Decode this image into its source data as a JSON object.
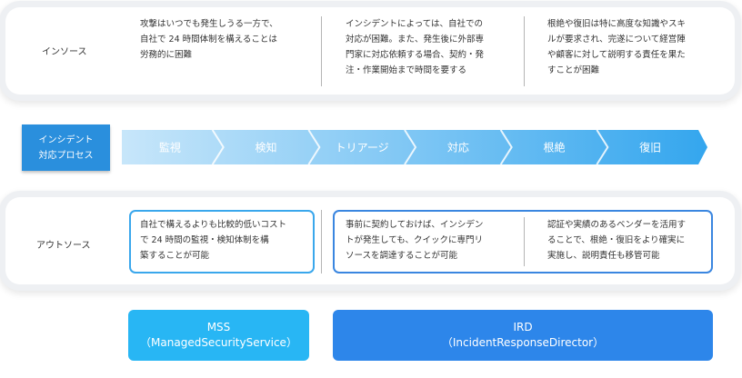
{
  "insource": {
    "label": "インソース",
    "cells": [
      [
        "攻撃はいつでも発生しうる一方で、",
        "自社で 24 時間体制を構えることは",
        "労務的に困難"
      ],
      [
        "インシデントによっては、自社での",
        "対応が困難。また、発生後に外部専",
        "門家に対応依頼する場合、契約・発",
        "注・作業開始まで時間を要する"
      ],
      [
        "根絶や復旧は特に高度な知識やスキ",
        "ルが要求され、完遂について経営陣",
        "や顧客に対して説明する責任を果た",
        "すことが困難"
      ]
    ]
  },
  "process": {
    "label_line1": "インシデント",
    "label_line2": "対応プロセス",
    "steps": [
      "監視",
      "検知",
      "トリアージ",
      "対応",
      "根絶",
      "復旧"
    ],
    "colors": [
      "#c7e6fa",
      "#34a6ee"
    ]
  },
  "outsource": {
    "label": "アウトソース",
    "cells": [
      [
        "自社で構えるよりも比較的低いコスト",
        "で 24 時間の監視・検知体制を構",
        "築することが可能"
      ],
      [
        "事前に契約しておけば、インシデン",
        "トが発生しても、クイックに専門リ",
        "ソースを調達することが可能"
      ],
      [
        "認証や実績のあるベンダーを活用す",
        "ることで、根絶・復旧をより確実に",
        "実施し、説明責任も移管可能"
      ]
    ]
  },
  "mss": {
    "title": "MSS",
    "subtitle": "（ManagedSecurityService）",
    "color": "#28b6f4"
  },
  "ird": {
    "title": "IRD",
    "subtitle": "（IncidentResponseDirector）",
    "color": "#2d86ea"
  }
}
